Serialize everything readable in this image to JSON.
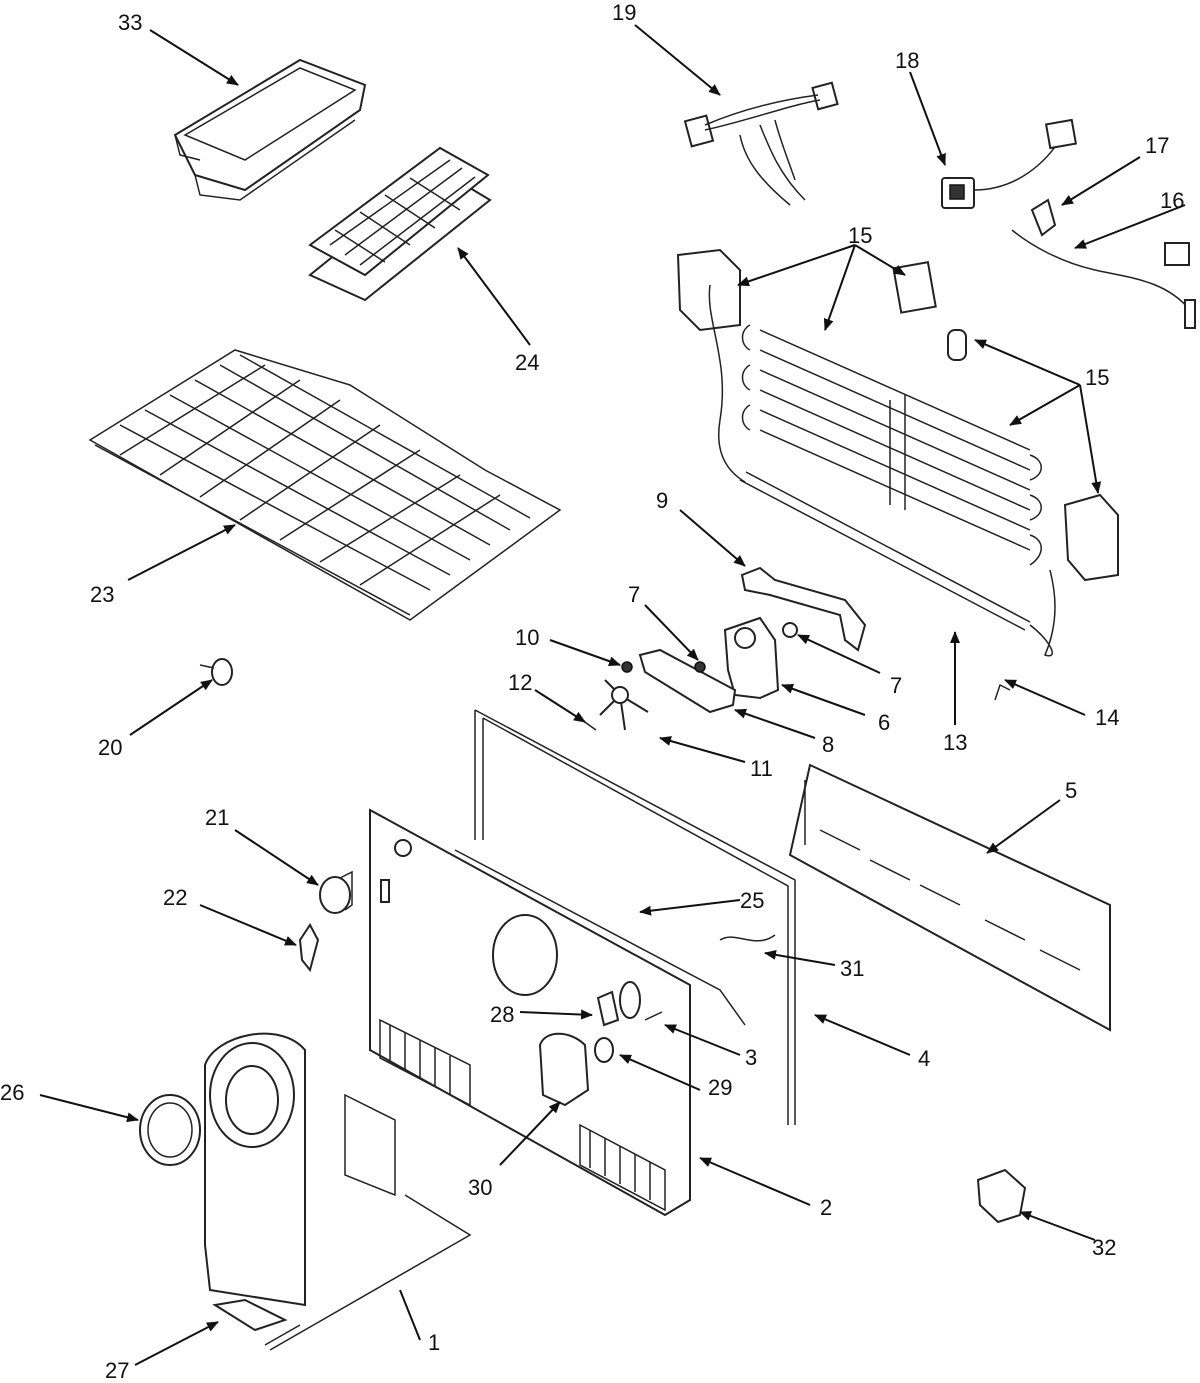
{
  "callouts": [
    {
      "id": "c33",
      "text": "33"
    },
    {
      "id": "c19",
      "text": "19"
    },
    {
      "id": "c18",
      "text": "18"
    },
    {
      "id": "c17",
      "text": "17"
    },
    {
      "id": "c16",
      "text": "16"
    },
    {
      "id": "c15a",
      "text": "15"
    },
    {
      "id": "c15b",
      "text": "15"
    },
    {
      "id": "c24",
      "text": "24"
    },
    {
      "id": "c23",
      "text": "23"
    },
    {
      "id": "c9",
      "text": "9"
    },
    {
      "id": "c7a",
      "text": "7"
    },
    {
      "id": "c7b",
      "text": "7"
    },
    {
      "id": "c10",
      "text": "10"
    },
    {
      "id": "c12",
      "text": "12"
    },
    {
      "id": "c6",
      "text": "6"
    },
    {
      "id": "c8",
      "text": "8"
    },
    {
      "id": "c11",
      "text": "11"
    },
    {
      "id": "c13",
      "text": "13"
    },
    {
      "id": "c14",
      "text": "14"
    },
    {
      "id": "c20",
      "text": "20"
    },
    {
      "id": "c5",
      "text": "5"
    },
    {
      "id": "c21",
      "text": "21"
    },
    {
      "id": "c22",
      "text": "22"
    },
    {
      "id": "c25",
      "text": "25"
    },
    {
      "id": "c31",
      "text": "31"
    },
    {
      "id": "c28",
      "text": "28"
    },
    {
      "id": "c3",
      "text": "3"
    },
    {
      "id": "c4",
      "text": "4"
    },
    {
      "id": "c29",
      "text": "29"
    },
    {
      "id": "c26",
      "text": "26"
    },
    {
      "id": "c30",
      "text": "30"
    },
    {
      "id": "c2",
      "text": "2"
    },
    {
      "id": "c32",
      "text": "32"
    },
    {
      "id": "c1",
      "text": "1"
    },
    {
      "id": "c27",
      "text": "27"
    }
  ]
}
